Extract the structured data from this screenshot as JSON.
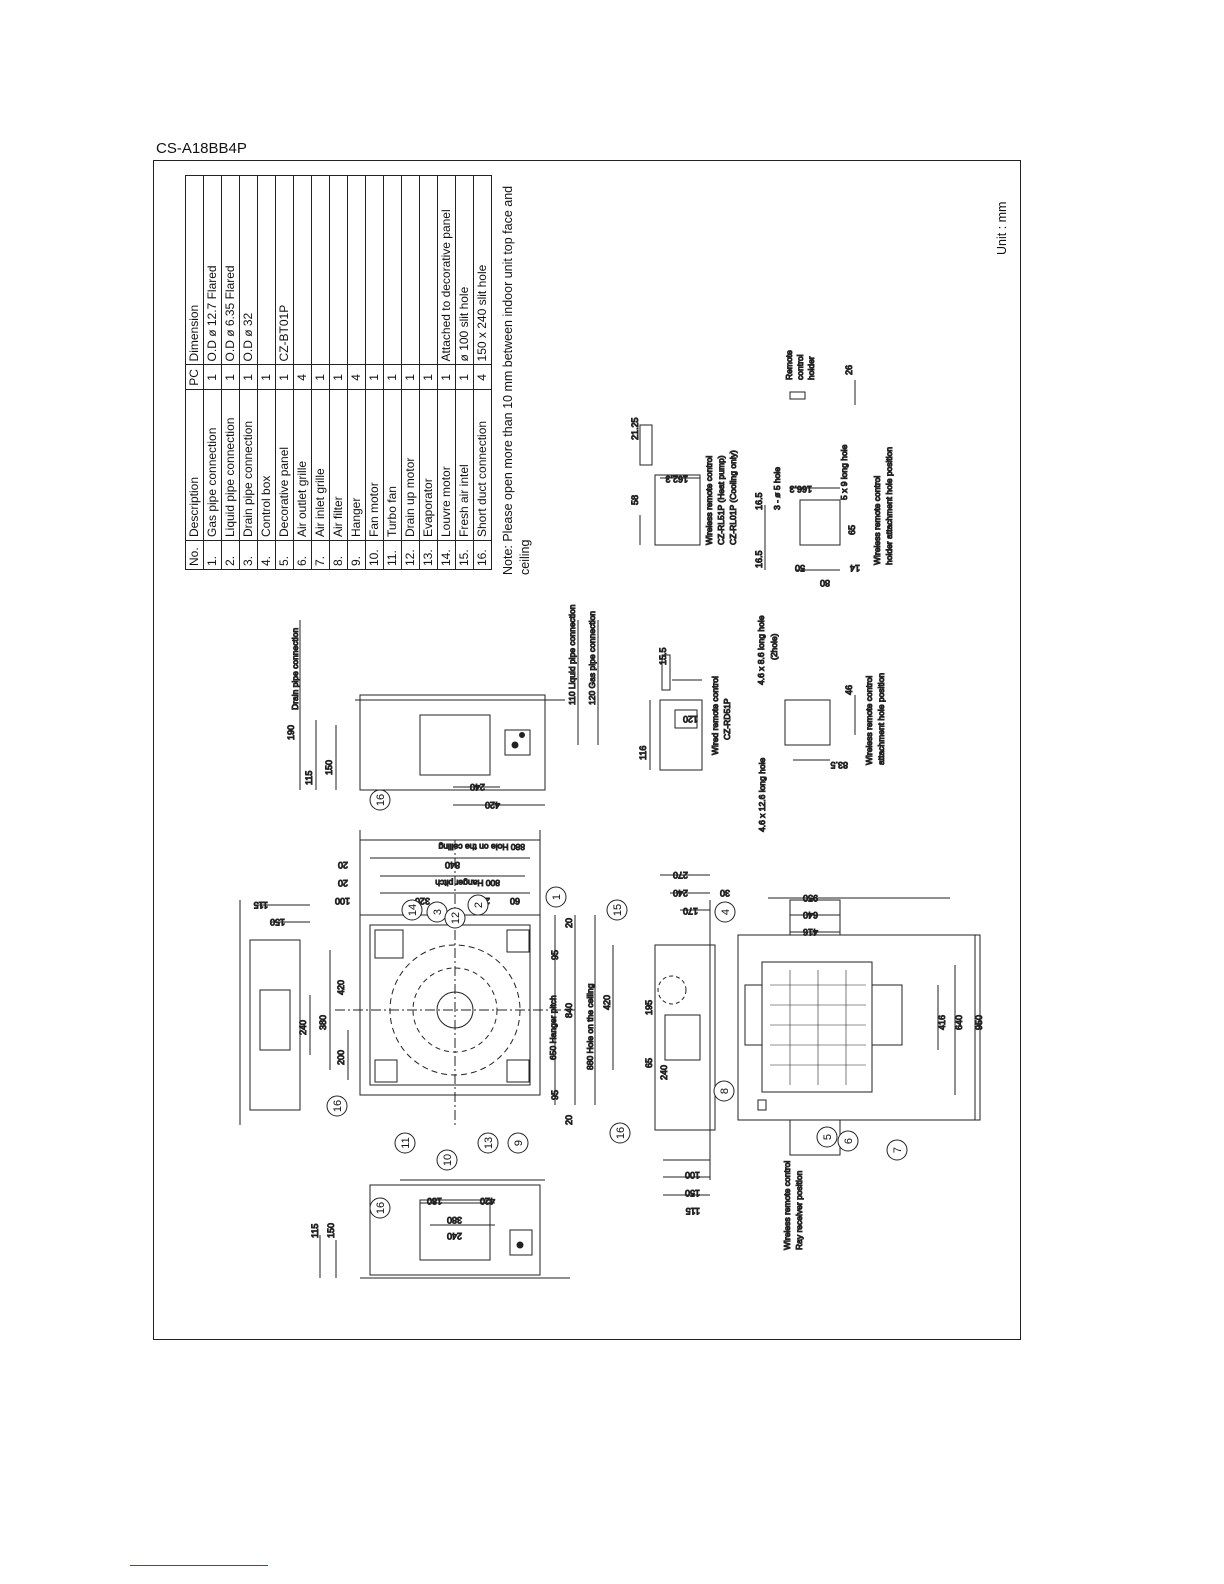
{
  "model": "CS-A18BB4P",
  "unit_label": "Unit : mm",
  "note": "Note: Please open more than 10 mm between indoor unit top face and ceiling",
  "parts_table": {
    "headers": [
      "No.",
      "Description",
      "PC",
      "Dimension"
    ],
    "rows": [
      [
        "1.",
        "Gas pipe connection",
        "1",
        "O.D ø 12.7  Flared"
      ],
      [
        "2.",
        "Liquid pipe connection",
        "1",
        "O.D ø 6.35 Flared"
      ],
      [
        "3.",
        "Drain pipe connection",
        "1",
        "O.D ø 32"
      ],
      [
        "4.",
        "Control box",
        "1",
        ""
      ],
      [
        "5.",
        "Decorative panel",
        "1",
        "CZ-BT01P"
      ],
      [
        "6.",
        "Air outlet grille",
        "4",
        ""
      ],
      [
        "7.",
        "Air inlet grille",
        "1",
        ""
      ],
      [
        "8.",
        "Air filter",
        "1",
        ""
      ],
      [
        "9.",
        "Hanger",
        "4",
        ""
      ],
      [
        "10.",
        "Fan motor",
        "1",
        ""
      ],
      [
        "11.",
        "Turbo fan",
        "1",
        ""
      ],
      [
        "12.",
        "Drain up motor",
        "1",
        ""
      ],
      [
        "13.",
        "Evaporator",
        "1",
        ""
      ],
      [
        "14.",
        "Louvre motor",
        "1",
        "Attached to decorative panel"
      ],
      [
        "15.",
        "Fresh air intel",
        "1",
        "ø 100 slit hole"
      ],
      [
        "16.",
        "Short duct connection",
        "4",
        "150 x 240 slit hole"
      ]
    ]
  },
  "labels": {
    "drain_pipe_connection": "Drain pipe connection",
    "liquid_pipe": "110 Liquid pipe connection",
    "gas_pipe": "120 Gas pipe connection",
    "hanger_pitch_800": "800 Hanger pitch",
    "hole_880": "880 Hole on the ceiling",
    "hanger_pitch_650": "650 Hanger pitch",
    "hole_880b": "880 Hole on the ceiling",
    "wired_remote": "Wired remote control",
    "wired_model": "CZ-RD51P",
    "wireless_remote": "Wireless remote control",
    "wireless_hp": "CZ-RL51P (Heat pump)",
    "wireless_co": "CZ-RL01P (Cooling only)",
    "holder_1": "Remote",
    "holder_2": "control",
    "holder_3": "holder",
    "wired_attach_1": "Wireless remote control",
    "wired_attach_2": "attachment hole position",
    "wireless_attach_1": "Wireless remote control",
    "wireless_attach_2": "holder attachment hole position",
    "long_hole_126": "4.6 x 12.6 long hole",
    "long_hole_86": "4.6 x 8.6 long hole",
    "two_hole": "(2hole)",
    "hole_3x5": "3 - ø 5 hole",
    "long_hole_5x9": "5 x 9 long hole",
    "receiver_1": "Wireless remote control",
    "receiver_2": "Ray receiver position"
  },
  "dims": {
    "d190": "190",
    "d115a": "115",
    "d150a": "150",
    "d240a": "240",
    "d420a": "420",
    "d20a": "20",
    "d20b": "20",
    "d100": "100",
    "d840": "840",
    "d320": "320",
    "d280": "280",
    "d60": "60",
    "d115b": "115",
    "d150b": "150",
    "d420b": "420",
    "d380a": "380",
    "d240b": "240",
    "d200": "200",
    "d20c": "20",
    "d95a": "95",
    "d840b": "840",
    "d95b": "95",
    "d20d": "20",
    "d420c": "420",
    "d270": "270",
    "d240c": "240",
    "d170": "170",
    "d30": "30",
    "d195": "195",
    "d65": "65",
    "d240d": "240",
    "d950a": "950",
    "d640a": "640",
    "d416a": "416",
    "d416b": "416",
    "d640b": "640",
    "d950b": "950",
    "d100b": "100",
    "d150c": "150",
    "d115c": "115",
    "d180": "180",
    "d380b": "380",
    "d240e": "240",
    "d420d": "420",
    "d115d": "115",
    "d150d": "150",
    "d116": "116",
    "d120": "120",
    "d155": "15.5",
    "d46": "46",
    "d835": "83.5",
    "d58": "58",
    "d1623": "162.3",
    "d2125": "21.25",
    "d165a": "16.5",
    "d165b": "16.5",
    "d1663": "166.3",
    "d50": "50",
    "d80": "80",
    "d65b": "65",
    "d14": "14",
    "d26": "26"
  },
  "callouts": [
    "1",
    "2",
    "3",
    "4",
    "5",
    "6",
    "7",
    "8",
    "9",
    "10",
    "11",
    "12",
    "13",
    "14",
    "15",
    "16",
    "16",
    "16",
    "16"
  ]
}
